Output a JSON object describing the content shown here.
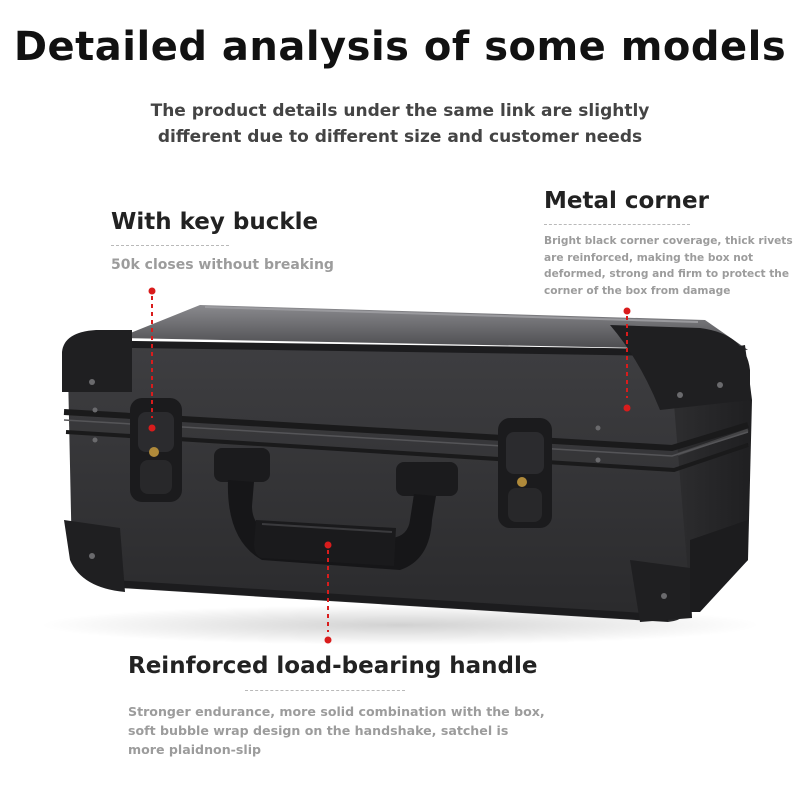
{
  "title": "Detailed analysis of some models",
  "subtitle": {
    "line1": "The product details under the same link are slightly",
    "line2": "different due to different size and customer needs"
  },
  "features": {
    "key_buckle": {
      "heading": "With key buckle",
      "description": "50k closes without breaking"
    },
    "metal_corner": {
      "heading": "Metal corner",
      "description": "Bright black corner coverage, thick rivets are reinforced, making the box not deformed, strong and firm to protect the corner of the box from damage"
    },
    "handle": {
      "heading": "Reinforced load-bearing handle",
      "description": "Stronger endurance, more solid combination with the box, soft bubble wrap design on the handshake, satchel is more plaidnon-slip"
    }
  },
  "colors": {
    "marker": "#d91c1c",
    "case_body": "#3a3a3c",
    "case_lid": "#5c5c5f",
    "hardware": "#1f1f21"
  },
  "icons": {
    "product_image": "aluminum-carrying-case",
    "marker": "red-dot-pointer"
  }
}
